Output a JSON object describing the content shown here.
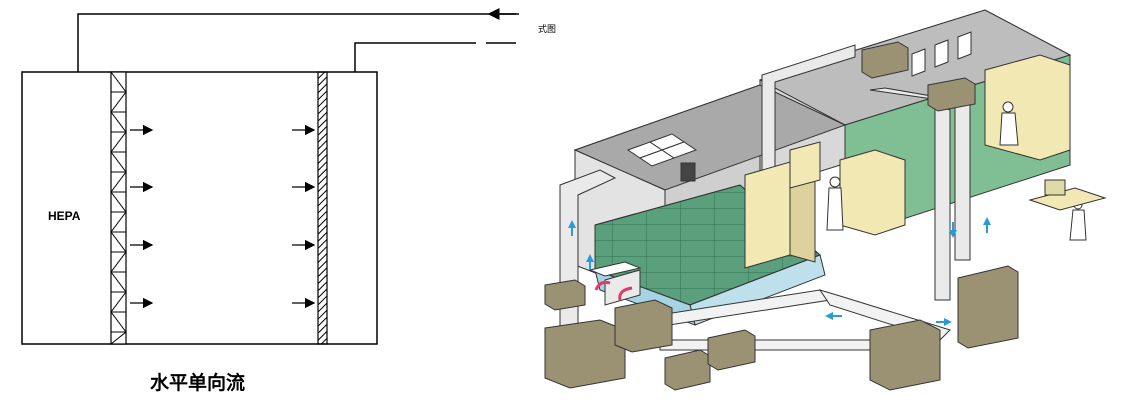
{
  "left_diagram": {
    "filter_label": "HEPA",
    "caption": "水平单向流"
  },
  "right_diagram": {
    "corner_text": "式图"
  },
  "colors": {
    "line": "#000000",
    "duct": "#eaeaea",
    "ahu": "#9b9273",
    "equipment": "#f1e8b4",
    "floor_green": "#5aa07c",
    "floor_light_green": "#a9d4b4",
    "water": "#bde0ec",
    "arrow_blue": "#2b9bd6",
    "arrow_red": "#e03a6a",
    "wall_grey": "#cfcfcf"
  }
}
